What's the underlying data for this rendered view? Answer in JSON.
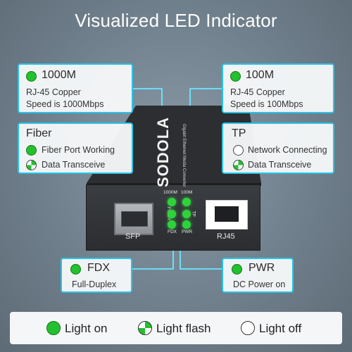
{
  "title": "Visualized LED Indicator",
  "colors": {
    "accent": "#29c4e8",
    "led_green": "#22c12e"
  },
  "boxes": {
    "m1000": {
      "heading": "1000M",
      "line1": "RJ-45 Copper",
      "line2": "Speed is 1000Mbps"
    },
    "m100": {
      "heading": "100M",
      "line1": "RJ-45 Copper",
      "line2": "Speed is 100Mbps"
    },
    "fiber": {
      "heading": "Fiber",
      "row1": "Fiber Port Working",
      "row2": "Data Transceive"
    },
    "tp": {
      "heading": "TP",
      "row1": "Network Connecting",
      "row2": "Data Transceive"
    },
    "fdx": {
      "heading": "FDX",
      "line1": "Full-Duplex"
    },
    "pwr": {
      "heading": "PWR",
      "line1": "DC Power on"
    }
  },
  "device": {
    "brand": "SODOLA",
    "subtitle": "Gigabit Ethernet Media Converter",
    "led_labels": {
      "m1000": "1000M",
      "m100": "100M",
      "fiber": "FIBER",
      "tp": "TP",
      "fdx": "FDX",
      "pwr": "PWR"
    },
    "sfp_label": "SFP",
    "rj45_label": "RJ45"
  },
  "legend": {
    "on": "Light on",
    "flash": "Light flash",
    "off": "Light off"
  }
}
